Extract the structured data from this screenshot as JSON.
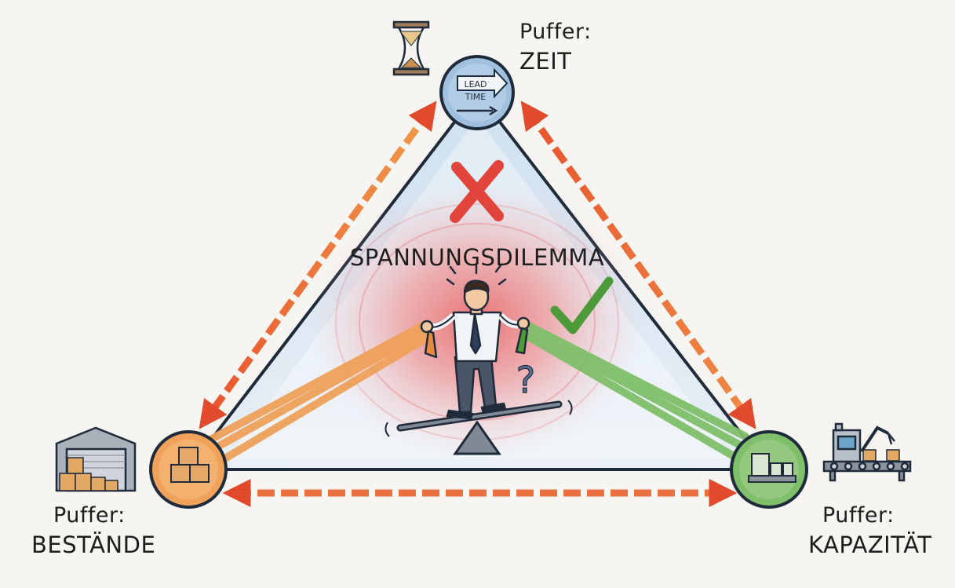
{
  "diagram": {
    "center_title": "SPANNUNGSDILEMMA",
    "nodes": {
      "top": {
        "label_prefix": "Puffer:",
        "label_main": "ZEIT",
        "badge_line1": "LEAD",
        "badge_line2": "TIME"
      },
      "left": {
        "label_prefix": "Puffer:",
        "label_main": "BESTÄNDE"
      },
      "right": {
        "label_prefix": "Puffer:",
        "label_main": "KAPAZITÄT"
      }
    },
    "question_mark": "?",
    "colors": {
      "top_node": "#8fb4d6",
      "left_node": "#f0a15a",
      "right_node": "#7fbf6a",
      "tension_glow": "#e85a5a",
      "arrow": "#e8643a",
      "cross": "#e0443a",
      "check": "#4d9a3a"
    }
  }
}
